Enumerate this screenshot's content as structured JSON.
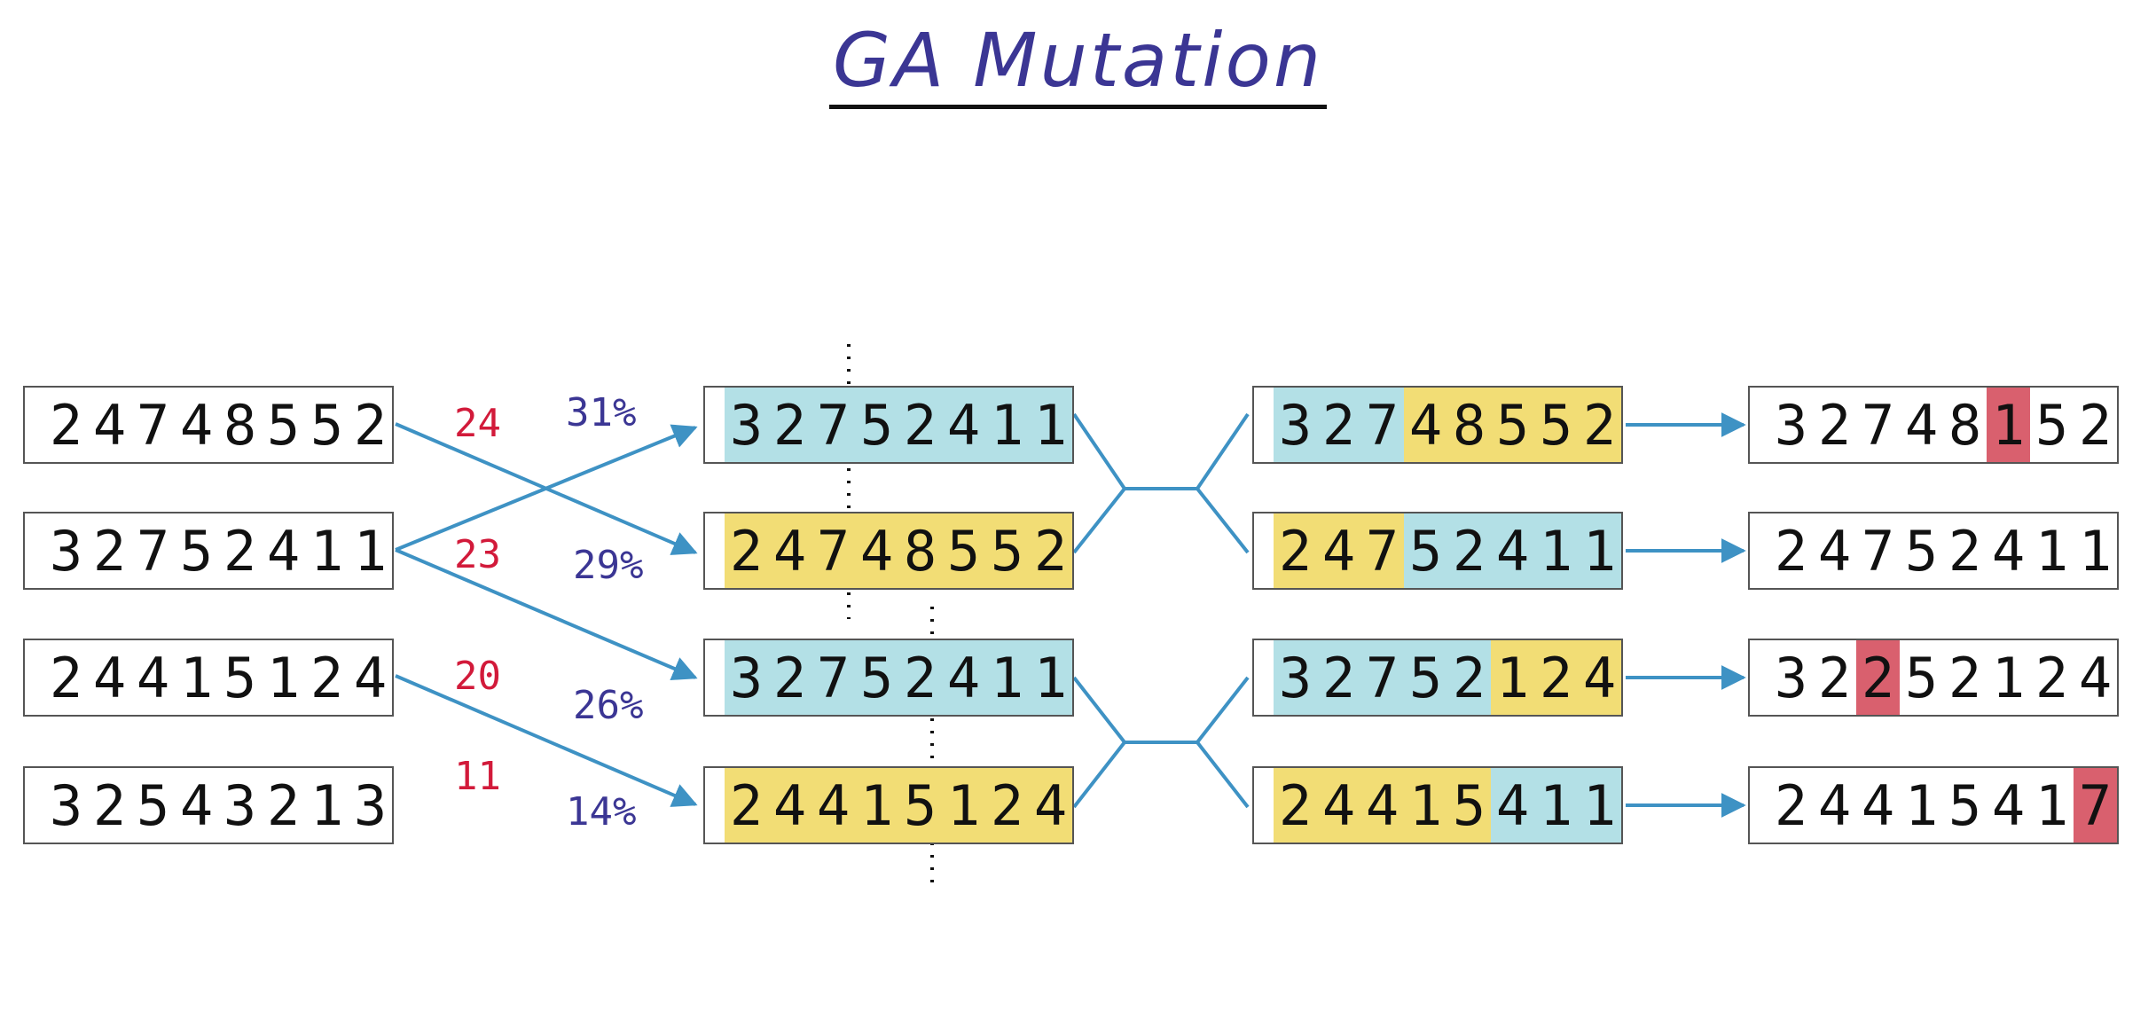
{
  "title": "GA Mutation",
  "colors": {
    "blue_gene": "#b3e0e6",
    "yellow_gene": "#f2dd75",
    "mutation": "#d9606e",
    "arrow": "#3e92c4",
    "fitness": "#d21a3a",
    "percent": "#3b3694"
  },
  "population": [
    {
      "genes": "24748552",
      "fitness": "24"
    },
    {
      "genes": "32752411",
      "fitness": "23"
    },
    {
      "genes": "24415124",
      "fitness": "20"
    },
    {
      "genes": "32543213",
      "fitness": "11"
    }
  ],
  "selected": [
    {
      "genes": "32752411",
      "percent": "31%",
      "colors": "bbbbbbbb"
    },
    {
      "genes": "24748552",
      "percent": "29%",
      "colors": "yyyyyyyy"
    },
    {
      "genes": "32752411",
      "percent": "26%",
      "colors": "bbbbbbbb"
    },
    {
      "genes": "24415124",
      "percent": "14%",
      "colors": "yyyyyyyy"
    }
  ],
  "offspring": [
    {
      "genes": "32748552",
      "colors": "bbbyyyyy"
    },
    {
      "genes": "24752411",
      "colors": "yyybbbbb"
    },
    {
      "genes": "32752124",
      "colors": "bbbbbyyy"
    },
    {
      "genes": "24415411",
      "colors": "yyyyybbb"
    }
  ],
  "mutated": [
    {
      "genes": "32748152",
      "colors": "wwwwwmww"
    },
    {
      "genes": "24752411",
      "colors": "wwwwwwww"
    },
    {
      "genes": "32252124",
      "colors": "wwmwwwww"
    },
    {
      "genes": "24415417",
      "colors": "wwwwwwwm"
    }
  ]
}
